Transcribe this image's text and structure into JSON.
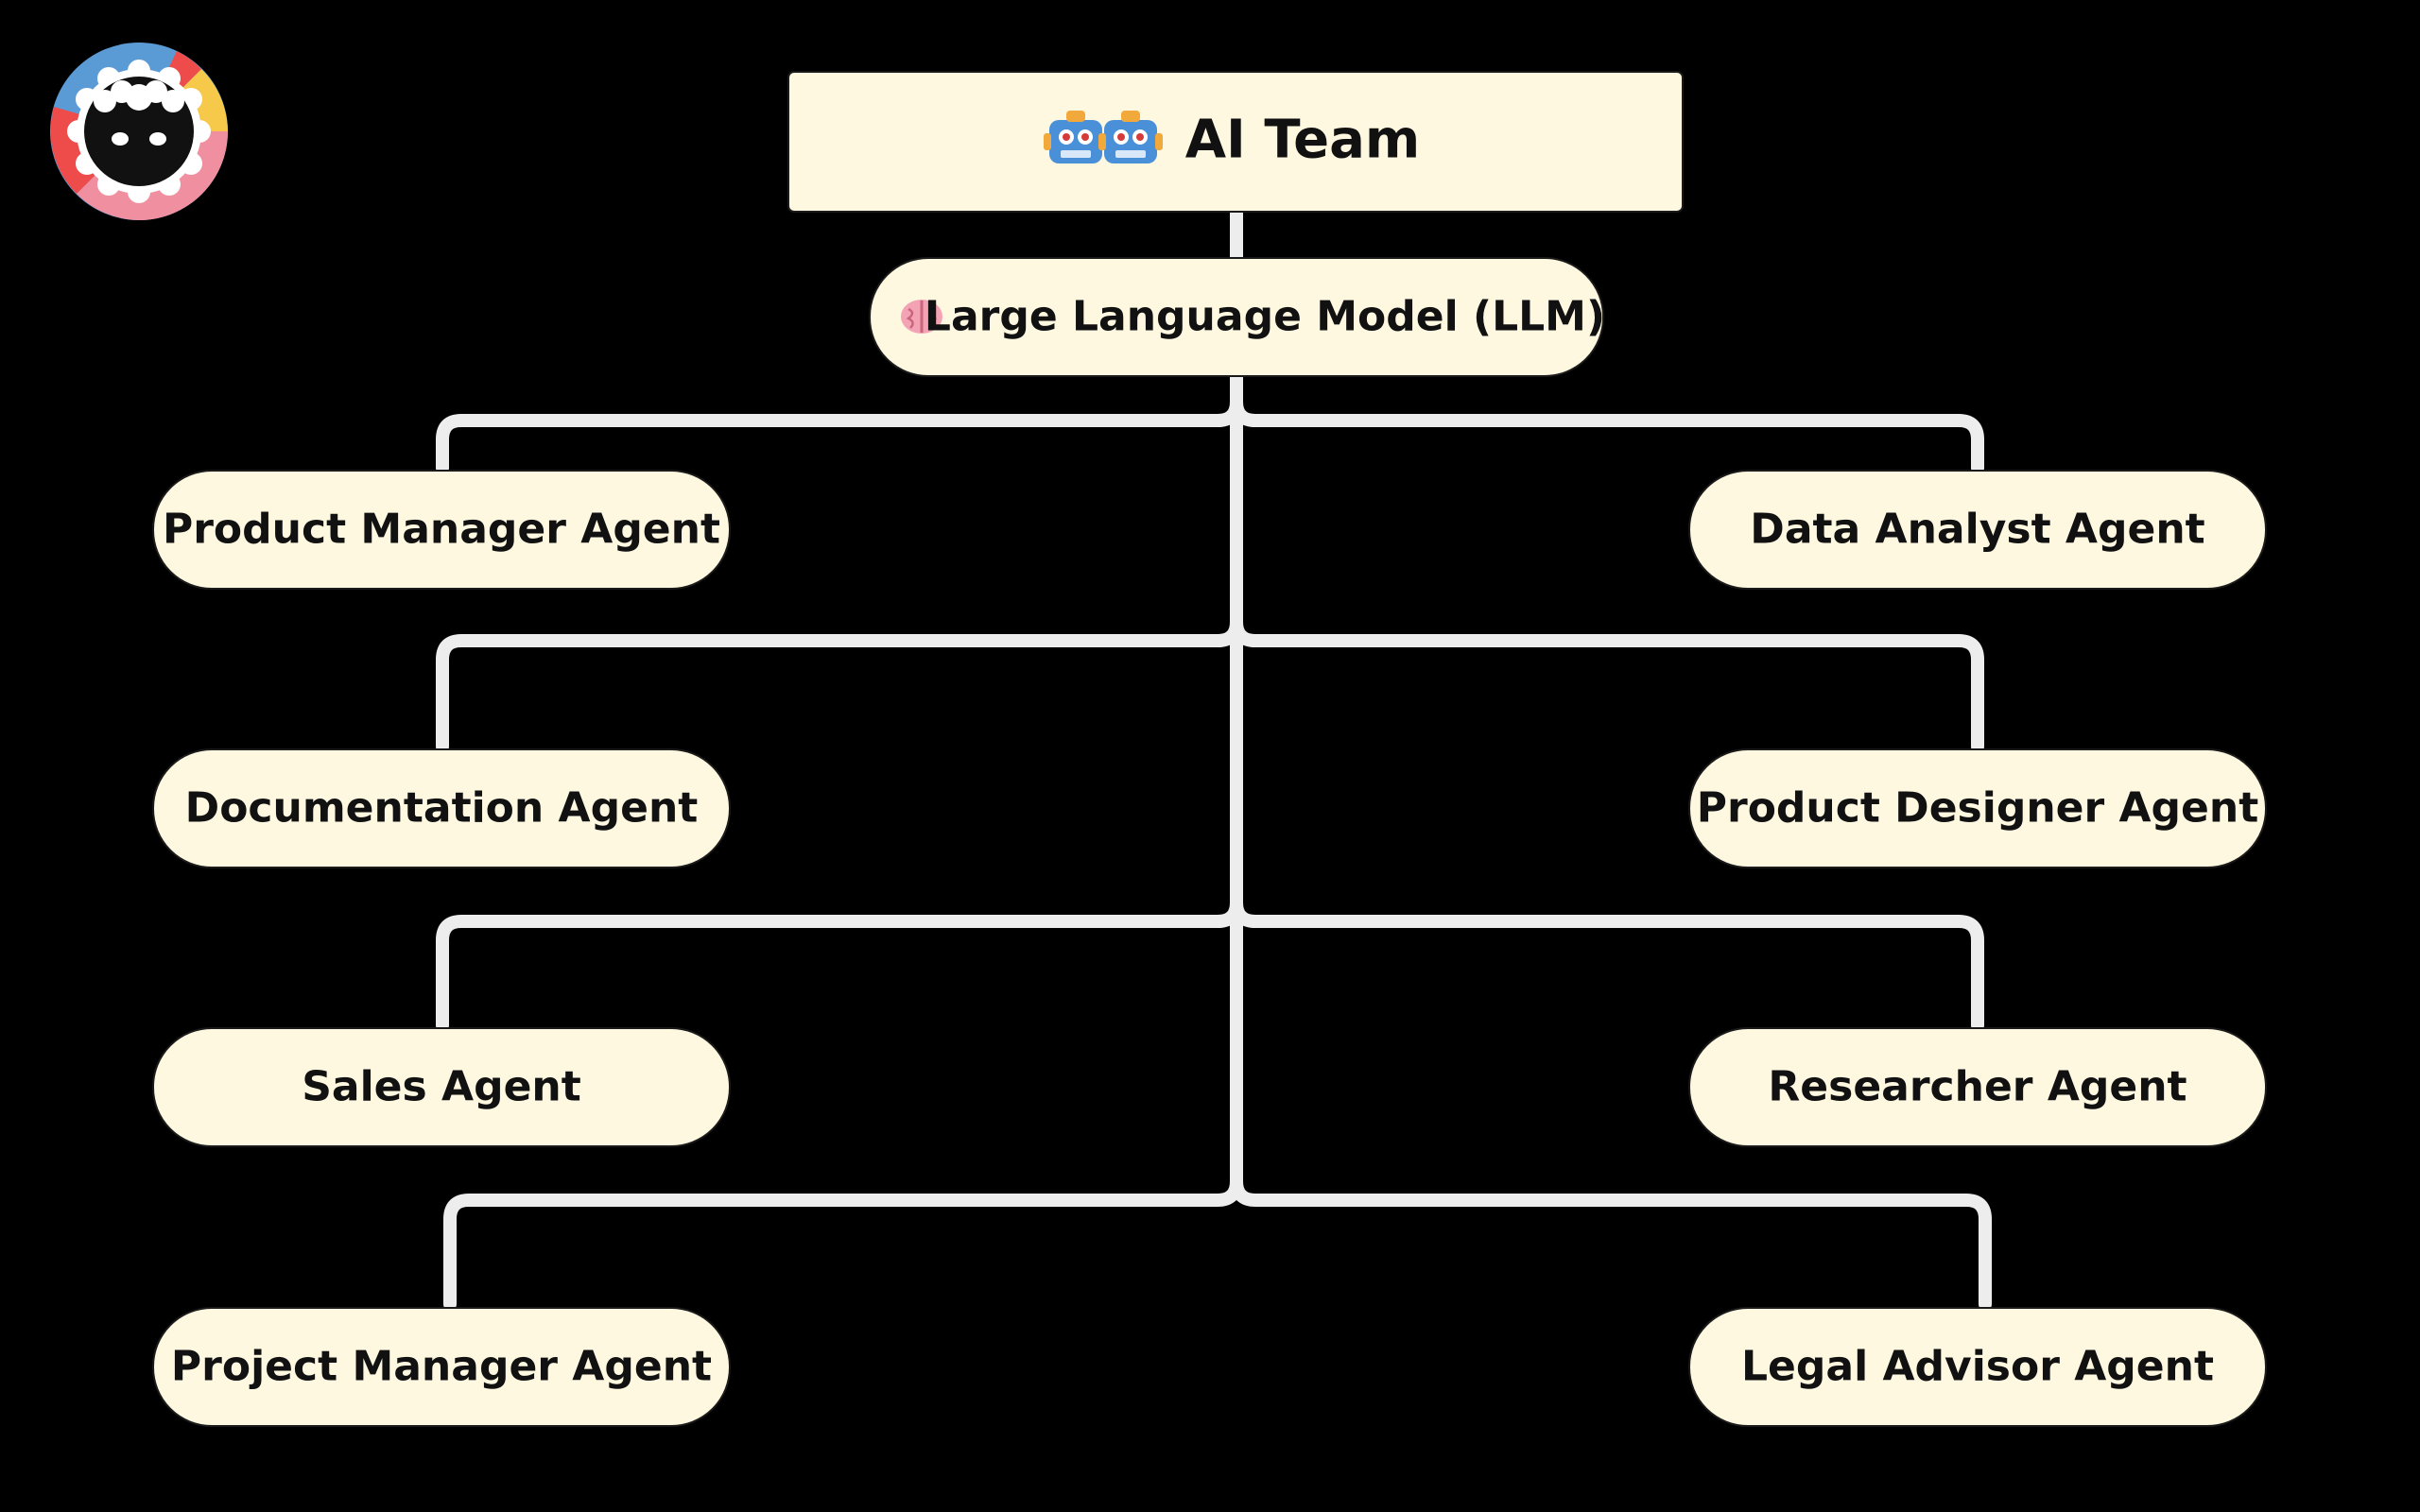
{
  "diagram": {
    "title": {
      "text": "AI Team",
      "icon": "robot-pair-icon"
    },
    "root": {
      "text": "Large Language Model (LLM)",
      "icon": "brain-icon"
    },
    "left_agents": [
      "Product Manager Agent",
      "Documentation Agent",
      "Sales Agent",
      "Project Manager Agent"
    ],
    "right_agents": [
      "Data Analyst Agent",
      "Product Designer Agent",
      "Researcher Agent",
      "Legal Advisor Agent"
    ]
  },
  "logo": {
    "icon": "sheep-logo-icon"
  },
  "colors": {
    "background": "#000000",
    "node_fill": "#FFF8E1",
    "connector": "#EDEDED",
    "text": "#111111",
    "logo_ring": [
      "#5B9BD5",
      "#F6C94B",
      "#EE4B4B",
      "#F08FA0"
    ]
  }
}
